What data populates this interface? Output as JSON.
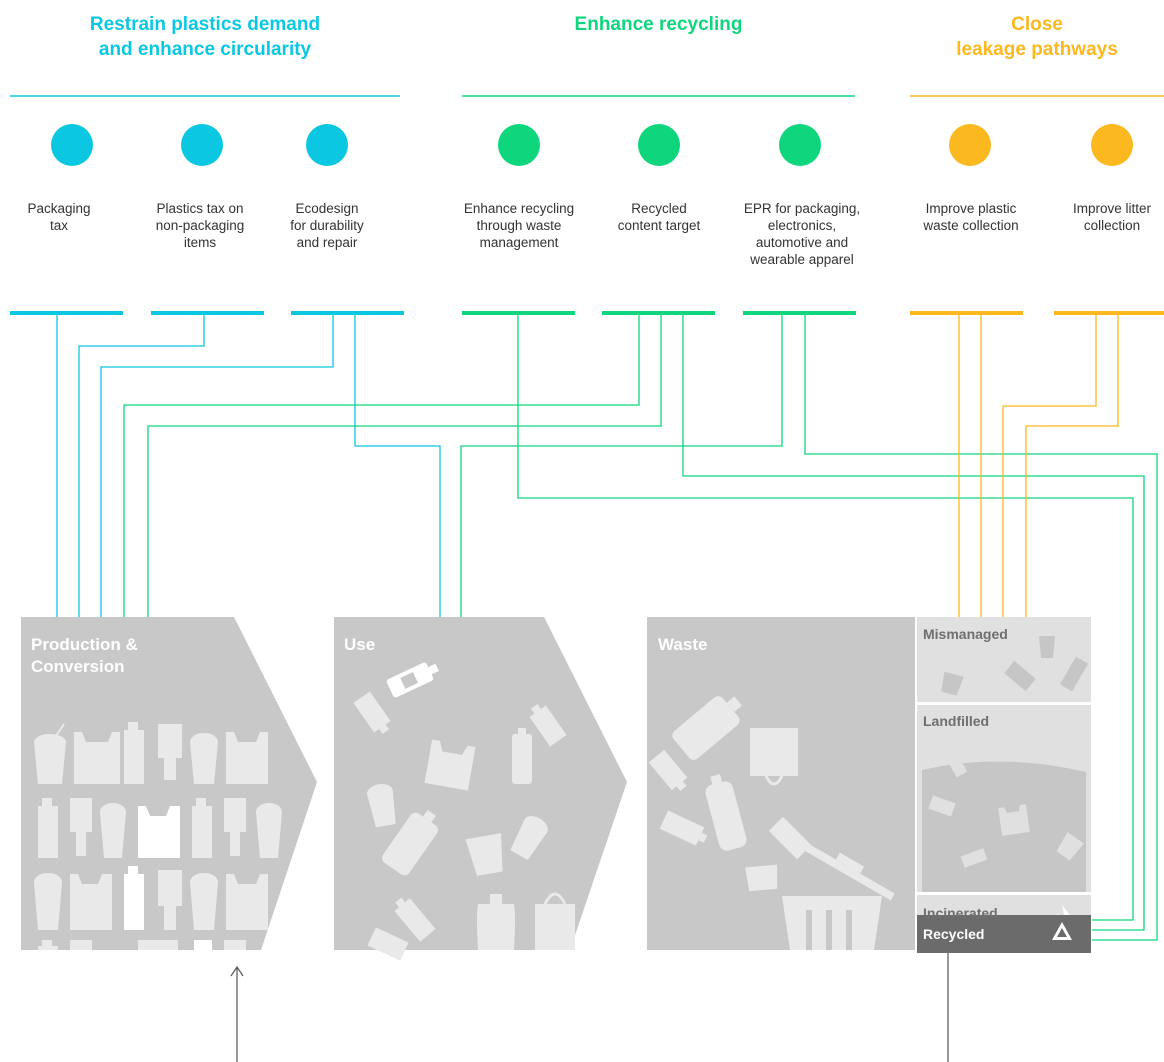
{
  "colors": {
    "demand": "#0cc7e2",
    "recycling": "#0fd67c",
    "leakage": "#fbb81f",
    "panel": "#c8c8c8",
    "bin_light": "#e0e0e0",
    "recycled_bin": "#6b6b6b",
    "icon": "#e9e9e9"
  },
  "groups": [
    {
      "title": "Restrain plastics demand and enhance circularity",
      "line1": "Restrain plastics demand",
      "line2": "and enhance circularity"
    },
    {
      "title": "Enhance recycling",
      "line1": "Enhance recycling",
      "line2": ""
    },
    {
      "title": "Close leakage pathways",
      "line1": "Close",
      "line2": "leakage pathways"
    }
  ],
  "policies": [
    {
      "lines": [
        "Packaging",
        "tax"
      ]
    },
    {
      "lines": [
        "Plastics tax on",
        "non-packaging",
        "items"
      ]
    },
    {
      "lines": [
        "Ecodesign",
        "for durability",
        "and repair"
      ]
    },
    {
      "lines": [
        "Enhance recycling",
        "through waste",
        "management"
      ]
    },
    {
      "lines": [
        "Recycled",
        "content target"
      ]
    },
    {
      "lines": [
        "EPR for packaging,",
        "electronics,",
        "automotive and",
        "wearable apparel"
      ]
    },
    {
      "lines": [
        "Improve plastic",
        "waste collection"
      ]
    },
    {
      "lines": [
        "Improve litter",
        "collection"
      ]
    }
  ],
  "stages": [
    {
      "lines": [
        "Production &",
        "Conversion"
      ]
    },
    {
      "lines": [
        "Use"
      ]
    },
    {
      "lines": [
        "Waste"
      ]
    }
  ],
  "bins": [
    "Mismanaged",
    "Landfilled",
    "Incinerated",
    "Recycled"
  ]
}
